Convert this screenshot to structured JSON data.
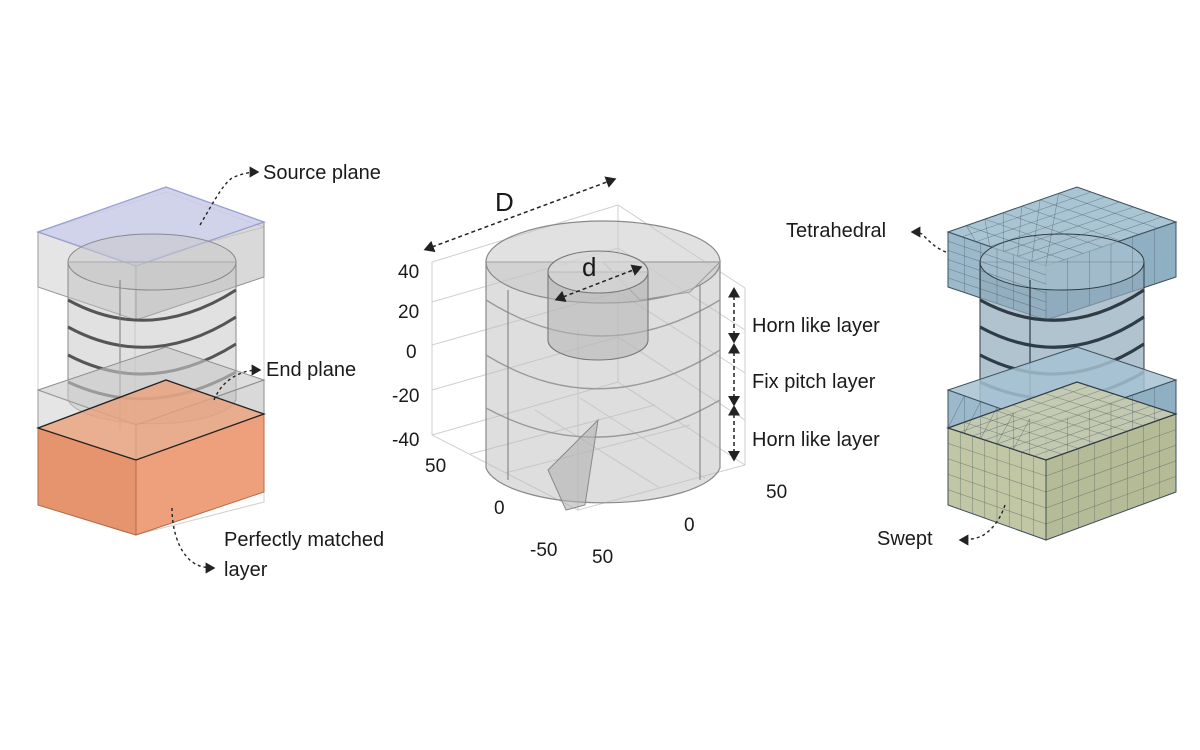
{
  "labels": {
    "source_plane": "Source plane",
    "end_plane": "End plane",
    "pml_line1": "Perfectly matched",
    "pml_line2": "layer",
    "dim_D": "D",
    "dim_d": "d",
    "horn_top": "Horn like layer",
    "fix_pitch": "Fix pitch layer",
    "horn_bottom": "Horn like layer",
    "tetrahedral": "Tetrahedral",
    "swept": "Swept"
  },
  "axes": {
    "z_ticks": [
      "40",
      "20",
      "0",
      "-20",
      "-40"
    ],
    "y_ticks": [
      "50",
      "0",
      "-50"
    ],
    "x_ticks_left": [
      "50"
    ],
    "x_ticks_right": [
      "0",
      "50"
    ]
  },
  "colors": {
    "source_plane": "#b9bfe0",
    "pml": "#e2906c",
    "tetra_mesh": "#9fbccd",
    "swept_mesh": "#c3c7a6",
    "device_gray": "#bdbdbd"
  }
}
